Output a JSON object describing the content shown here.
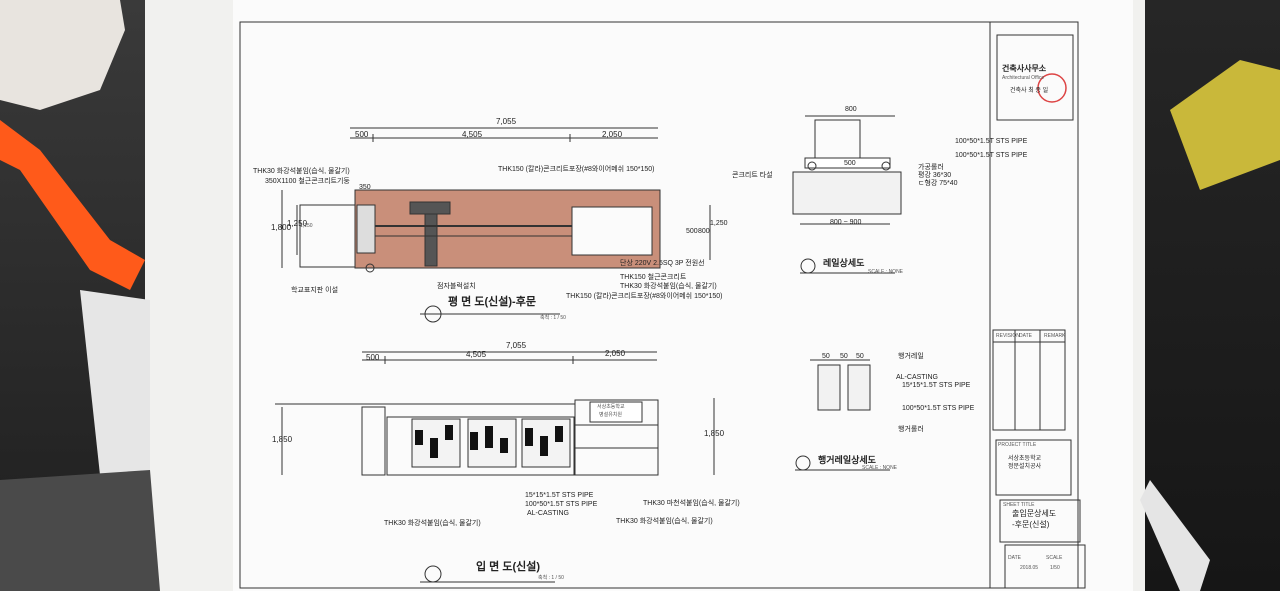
{
  "plan": {
    "title": "평 면 도(신설)-후문",
    "scale": "축척 : 1 / 50",
    "dims": {
      "total": "7,055",
      "left": "500",
      "mid": "4,505",
      "right": "2,050",
      "h_total": "1,800",
      "h_inner": "1,250",
      "h_small": "1,150",
      "r1": "500",
      "r2": "800",
      "r3": "1,250",
      "d350": "350"
    },
    "labels": {
      "stone": "THK30 화강석붙임(습식, 물갈기)",
      "column": "350X1100 철근콘크리트기둥",
      "paving_top": "THK150 (칼라)콘크리트포장(#8와이어메쉬 150*150)",
      "power": "단상 220V 2.5SQ 3P 전원선",
      "concrete": "THK150 철근콘크리트",
      "stone_rear": "THK30 화강석붙임(습식, 물갈기)",
      "paving_bottom": "THK150 (칼라)콘크리트포장(#8와이어메쉬 150*150)",
      "sign": "학교표지판 이설",
      "braille": "점자블럭설치"
    }
  },
  "rail_detail": {
    "title": "레일상세도",
    "scale": "SCALE : NONE",
    "labels": {
      "w800": "800",
      "w500": "500",
      "range": "800 ~ 900",
      "pipe1": "100*50*1.5T STS PIPE",
      "pipe2": "100*50*1.5T STS PIPE",
      "roller": "가공롤러",
      "rail": "평강 36*30",
      "angle": "ㄷ형강 75*40",
      "finish": "콘크리트 타설"
    }
  },
  "hanger_detail": {
    "title": "행거레일상세도",
    "scale": "SCALE : NONE",
    "labels": {
      "d50a": "50",
      "d50b": "50",
      "d50c": "50",
      "hanger_rail": "행거레일",
      "casting": "AL-CASTING",
      "pipe_small": "15*15*1.5T STS PIPE",
      "pipe_big": "100*50*1.5T STS PIPE",
      "hanger_roller": "행거롤러"
    }
  },
  "elevation": {
    "title": "입 면 도(신설)",
    "scale": "축척 : 1 / 50",
    "dims": {
      "total": "7,055",
      "left": "500",
      "mid": "4,505",
      "right": "2,050",
      "h_left": "1,850",
      "h_right": "1,850"
    },
    "sign_text": [
      "서상초등학교",
      "병설유치원"
    ],
    "labels": {
      "pipe_small": "15*15*1.5T STS PIPE",
      "pipe_big": "100*50*1.5T STS PIPE",
      "casting": "AL-CASTING",
      "stone_left": "THK30 화강석붙임(습식, 물갈기)",
      "stone_bottom": "THK30 화강석붙임(습식, 물갈기)",
      "marble": "THK30 마천석붙임(습식, 물갈기)"
    }
  },
  "title_block": {
    "office": "건축사사무소",
    "office_en": "Architectural Office",
    "architect": "건축사 최 종 일",
    "project": [
      "서상초등학교",
      "정문설치공사"
    ],
    "drawing_title": [
      "출입문상세도",
      "-후문(신설)"
    ],
    "revision_headers": [
      "REVISION",
      "DATE",
      "REMARK"
    ],
    "date": "2018.05",
    "scale": "1/50",
    "field_labels": {
      "project": "PROJECT TITLE",
      "drawing": "SHEET TITLE",
      "date": "DATE",
      "scale": "SCALE"
    }
  },
  "colors": {
    "brick": "#c98f7a",
    "ink": "#222222",
    "paper": "#fbfbfb"
  }
}
